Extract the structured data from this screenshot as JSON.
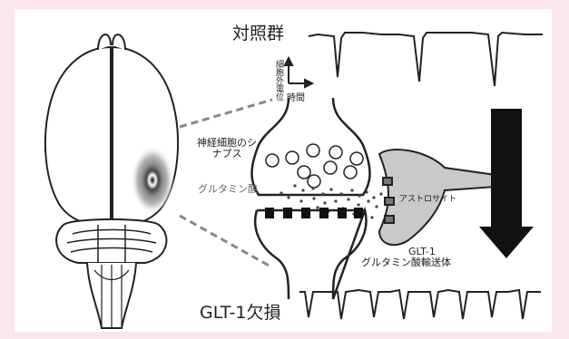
{
  "labels": {
    "control_group": "対照群",
    "glt1_deficient": "GLT-1欠損",
    "axis_potential": "細胞外電位",
    "axis_time": "時間",
    "synapse": "神経細胞のシナプス",
    "glutamate": "グルタミン酸",
    "astrocyte": "アストロサイト",
    "glt1": "GLT-1",
    "transporter": "グルタミン酸輸送体"
  },
  "colors": {
    "background": "#fbe6f0",
    "panel": "#ffffff",
    "line": "#222222",
    "arrow": "#111111",
    "astrocyte_fill": "#c9c9c9",
    "dashed": "#888888"
  },
  "icons": {
    "down_arrow": "big-down-arrow-icon",
    "axes": "xy-axes-icon"
  }
}
